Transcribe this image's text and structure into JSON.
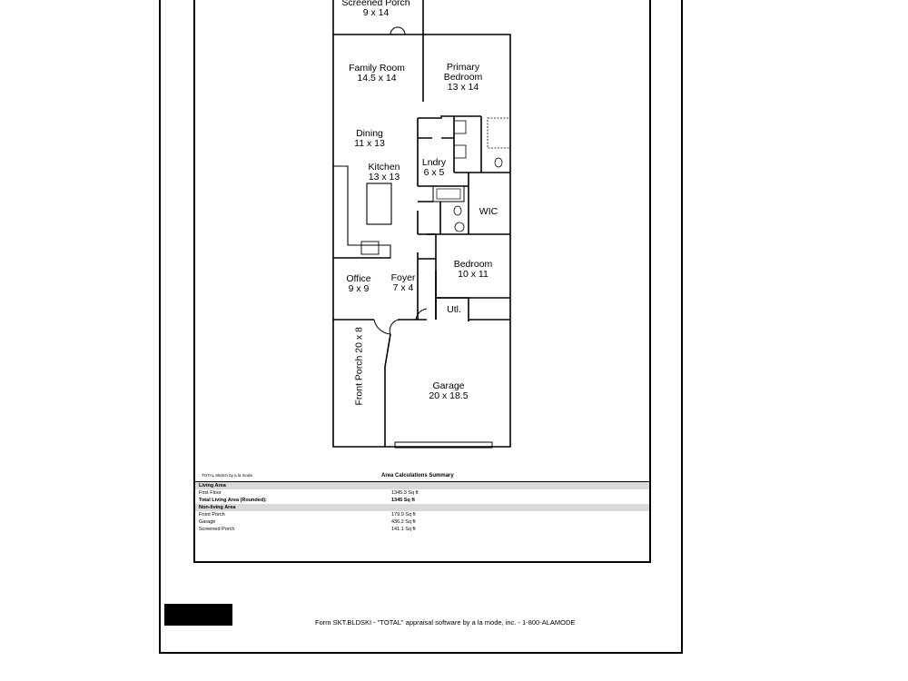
{
  "rooms": {
    "screened_porch": {
      "name": "Screened Porch",
      "dim": "9 x 14"
    },
    "family_room": {
      "name": "Family Room",
      "dim": "14.5 x 14"
    },
    "primary_bedroom": {
      "name": "Primary Bedroom",
      "name_line1": "Primary",
      "name_line2": "Bedroom",
      "dim": "13 x 14"
    },
    "dining": {
      "name": "Dining",
      "dim": "11 x 13"
    },
    "kitchen": {
      "name": "Kitchen",
      "dim": "13 x 13"
    },
    "laundry": {
      "name": "Lndry",
      "dim": "6 x 5"
    },
    "wic": {
      "name": "WIC"
    },
    "office": {
      "name": "Office",
      "dim": "9 x 9"
    },
    "foyer": {
      "name": "Foyer",
      "dim": "7 x 4"
    },
    "bedroom": {
      "name": "Bedroom",
      "dim": "10 x 11"
    },
    "utility": {
      "name": "Utl."
    },
    "front_porch": {
      "name": "Front Porch",
      "dim": "20 x 8"
    },
    "garage": {
      "name": "Garage",
      "dim": "20 x 18.5"
    }
  },
  "sketch_credit": "TOTAL Sketch by a la mode",
  "summary": {
    "title": "Area Calculations Summary",
    "rows": [
      {
        "label": "Living Area",
        "value": "",
        "style": "band"
      },
      {
        "label": "First Floor",
        "value": "1345.3 Sq ft",
        "style": ""
      },
      {
        "label": "Total Living Area (Rounded):",
        "value": "1345 Sq ft",
        "style": "strong"
      },
      {
        "label": "Non-living Area",
        "value": "",
        "style": "band"
      },
      {
        "label": "Front Porch",
        "value": "179.9 Sq ft",
        "style": ""
      },
      {
        "label": "Garage",
        "value": "436.2 Sq ft",
        "style": ""
      },
      {
        "label": "Screened Porch",
        "value": "141.1 Sq ft",
        "style": ""
      }
    ]
  },
  "footer": "Form SKT.BLDSKI - \"TOTAL\" appraisal software by a la mode, inc. - 1-800-ALAMODE"
}
